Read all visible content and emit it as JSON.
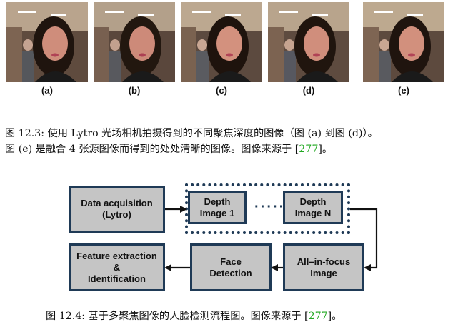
{
  "figure_12_3": {
    "photo_labels": [
      "(a)",
      "(b)",
      "(c)",
      "(d)",
      "(e)"
    ],
    "caption_line1": "图 12.3: 使用 Lytro 光场相机拍摄得到的不同聚焦深度的图像（图 (a) 到图 (d)）。",
    "caption_line2_prefix": "图 (e) 是融合 4 张源图像而得到的处处清晰的图像。图像来源于 [",
    "caption_line2_ref": "277",
    "caption_line2_suffix": "]。"
  },
  "figure_12_4": {
    "boxes": {
      "data_acquisition": "Data acquisition\n(Lytro)",
      "depth_image_1": "Depth\nImage 1",
      "depth_image_n": "Depth\nImage N",
      "all_in_focus": "All–in-focus\nImage",
      "face_detection": "Face\nDetection",
      "feature_extraction": "Feature extraction\n&\nIdentification"
    },
    "ellipsis": "·····",
    "caption_prefix": "图 12.4: 基于多聚焦图像的人脸检测流程图。图像来源于 [",
    "caption_ref": "277",
    "caption_suffix": "]。"
  },
  "colors": {
    "box_fill": "#c5c5c5",
    "box_border": "#1f3a56",
    "ref_green": "#22a822"
  }
}
